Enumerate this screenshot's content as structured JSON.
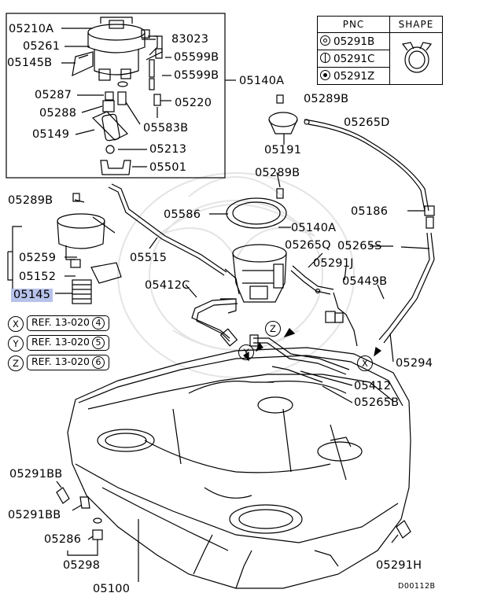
{
  "labels": {
    "p05210A": "05210A",
    "p05261": "05261",
    "p05145B": "05145B",
    "p05287": "05287",
    "p05288": "05288",
    "p05149": "05149",
    "p83023": "83023",
    "p05599B_1": "05599B",
    "p05599B_2": "05599B",
    "p05220": "05220",
    "p05583B": "05583B",
    "p05213": "05213",
    "p05501": "05501",
    "p05140A_top": "05140A",
    "p05289B_1": "05289B",
    "p05289B_2": "05289B",
    "p05289B_3": "05289B",
    "p05191": "05191",
    "p05265D": "05265D",
    "p05186": "05186",
    "p05265S": "05265S",
    "p05586": "05586",
    "p05140A_mid": "05140A",
    "p05265Q": "05265Q",
    "p05291J": "05291J",
    "p05515": "05515",
    "p05259": "05259",
    "p05152": "05152",
    "p05145": "05145",
    "p05412C": "05412C",
    "p05449B": "05449B",
    "p05294": "05294",
    "p05412": "05412",
    "p05265B": "05265B",
    "p05291BB_1": "05291BB",
    "p05291BB_2": "05291BB",
    "p05286": "05286",
    "p05298": "05298",
    "p05100": "05100",
    "p05291H": "05291H"
  },
  "refs": [
    {
      "key": "X",
      "text": "REF. 13-020",
      "num": "4"
    },
    {
      "key": "Y",
      "text": "REF. 13-020",
      "num": "5"
    },
    {
      "key": "Z",
      "text": "REF. 13-020",
      "num": "6"
    }
  ],
  "callouts": {
    "z": "Z",
    "y": "Y",
    "x": "X"
  },
  "legend": {
    "pnc_header": "PNC",
    "shape_header": "SHAPE",
    "rows": [
      "05291B",
      "05291C",
      "05291Z"
    ]
  },
  "footer": "D00112B",
  "colors": {
    "line": "#000000",
    "highlight": "#b7c2ea",
    "watermark": "#e6e6e6"
  }
}
